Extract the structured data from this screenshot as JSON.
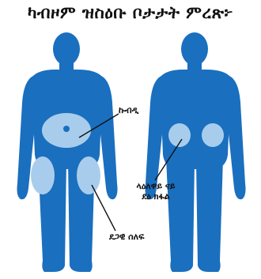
{
  "title": "ካብዞም ዝስዕቡ ቦታታት ምረጽ፦",
  "colors": {
    "body": "#1a6fbf",
    "site": "#a8cdec",
    "leader_line": "#111111",
    "text": "#111111"
  },
  "labels": {
    "abdomen": "ኩብዲ",
    "buttock_line1": "ላዕለዋይ ናይ",
    "buttock_line2": "ደዕ ክፋል",
    "thigh": "ደጋዊ ሰለፍ"
  }
}
